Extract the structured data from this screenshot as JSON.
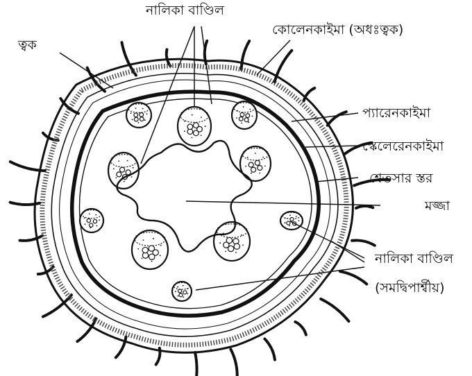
{
  "labels": {
    "epidermis": "ত্বক",
    "vascular_bundle_top": "নালিকা বাণ্ডিল",
    "collenchyma": "কোলেনকাইমা (অধঃত্বক)",
    "parenchyma": "প্যারেনকাইমা",
    "sclerenchyma": "স্কেলেরেনকাইমা",
    "starch_sheath": "শ্বেতসার স্তর",
    "pith": "মজ্জা",
    "vascular_bundle_right": "নালিকা বাণ্ডিল",
    "bundle_type": "(সমদ্বিপার্শ্বীয়)"
  },
  "colors": {
    "ink": "#111111",
    "background": "#ffffff"
  }
}
